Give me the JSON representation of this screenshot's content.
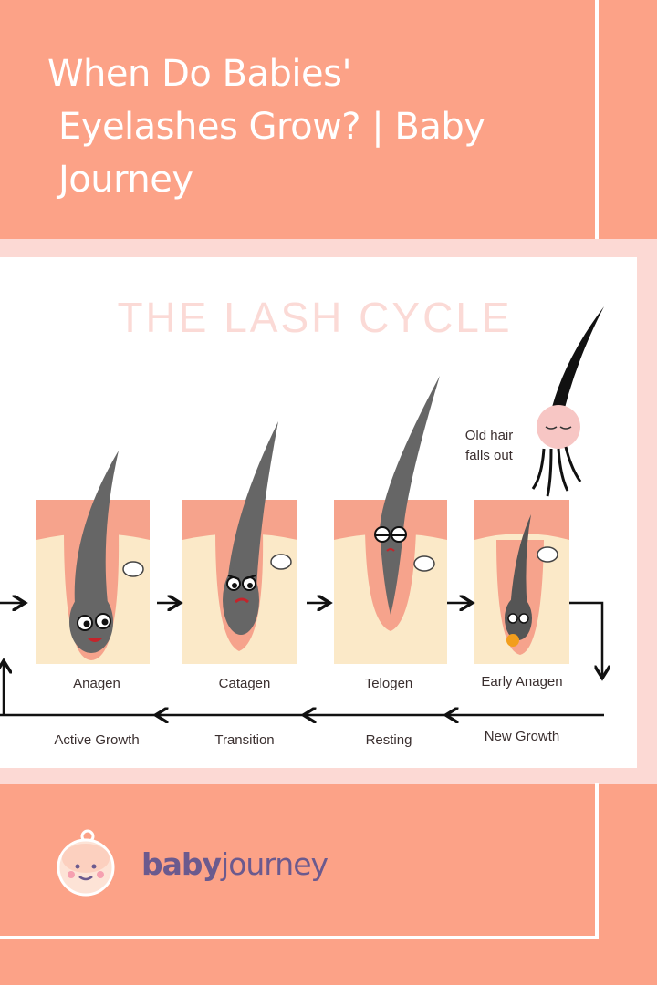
{
  "title_lines": [
    "When Do Babies'",
    "Eyelashes Grow? | Baby",
    "Journey"
  ],
  "diagram": {
    "heading": "THE LASH CYCLE",
    "stages": [
      {
        "name": "Anagen",
        "subtitle": "Active Growth"
      },
      {
        "name": "Catagen",
        "subtitle": "Transition"
      },
      {
        "name": "Telogen",
        "subtitle": "Resting"
      },
      {
        "name": "Early Anagen",
        "subtitle": "New Growth"
      }
    ],
    "note_lines": [
      "Old hair",
      "falls out"
    ]
  },
  "brand": {
    "bold": "baby",
    "regular": "journey"
  },
  "colors": {
    "band": "#fca287",
    "background": "#fcd9d4",
    "skin": "#f6a38c",
    "follicle": "#fbe9c8",
    "hair": "#666666",
    "brand": "#6b5a8e"
  }
}
